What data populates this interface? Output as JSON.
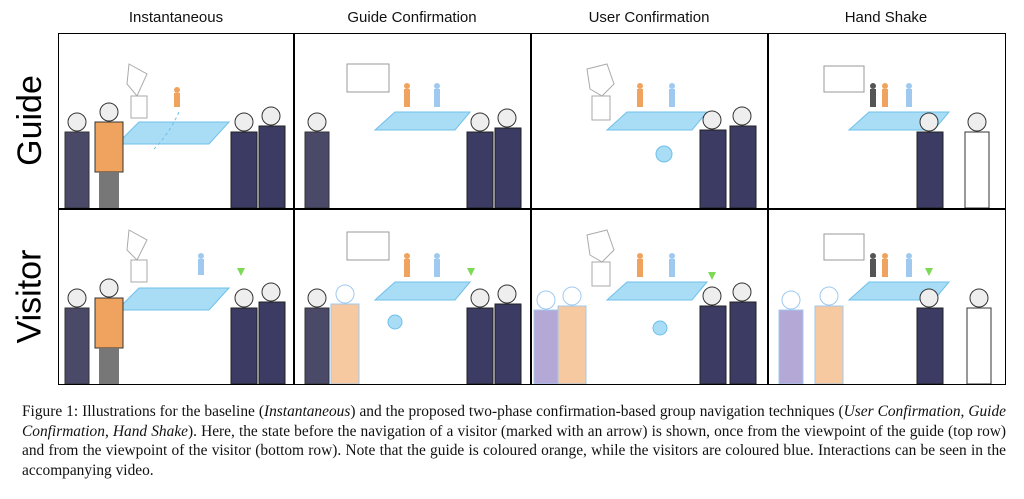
{
  "columns": [
    "Instantaneous",
    "Guide Confirmation",
    "User Confirmation",
    "Hand Shake"
  ],
  "rows": [
    "Guide",
    "Visitor"
  ],
  "caption": {
    "p1": "Figure 1: Illustrations for the baseline (",
    "e1": "Instantaneous",
    "p2": ") and the proposed two-phase confirmation-based group navigation techniques (",
    "e2": "User Confirmation",
    "p3": ", ",
    "e3": "Guide Confirmation",
    "p4": ", ",
    "e4": "Hand Shake",
    "p5": "). Here, the state before the navigation of a visitor (marked with an arrow) is shown, once from the viewpoint of the guide (top row) and from the viewpoint of the visitor (bottom row). Note that the guide is coloured orange, while the visitors are coloured blue. Interactions can be seen in the accompanying video."
  },
  "colors": {
    "guide": "#f0a35e",
    "visitor": "#9fc9ef",
    "platform": "#a9dcf5",
    "visitor_dark": "#3b3b63",
    "marker": "#7ed957"
  }
}
